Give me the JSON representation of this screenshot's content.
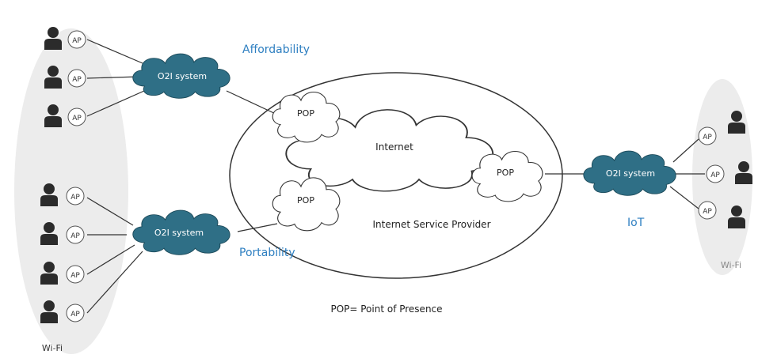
{
  "labels": {
    "affordability": "Affordability",
    "portability": "Portability",
    "iot": "IoT",
    "isp": "Internet Service Provider",
    "internet": "Internet",
    "pop": "POP",
    "o2i": "O2I system",
    "ap": "AP",
    "wifi_left": "Wi-Fi",
    "wifi_right": "Wi-Fi",
    "legend": "POP= Point of Presence"
  },
  "colors": {
    "accent_text": "#2e7fc1",
    "o2i_cloud": "#2f6f86",
    "wifi_region": "#ececec",
    "stroke": "#333333"
  },
  "icons": {
    "user": "user-icon"
  }
}
